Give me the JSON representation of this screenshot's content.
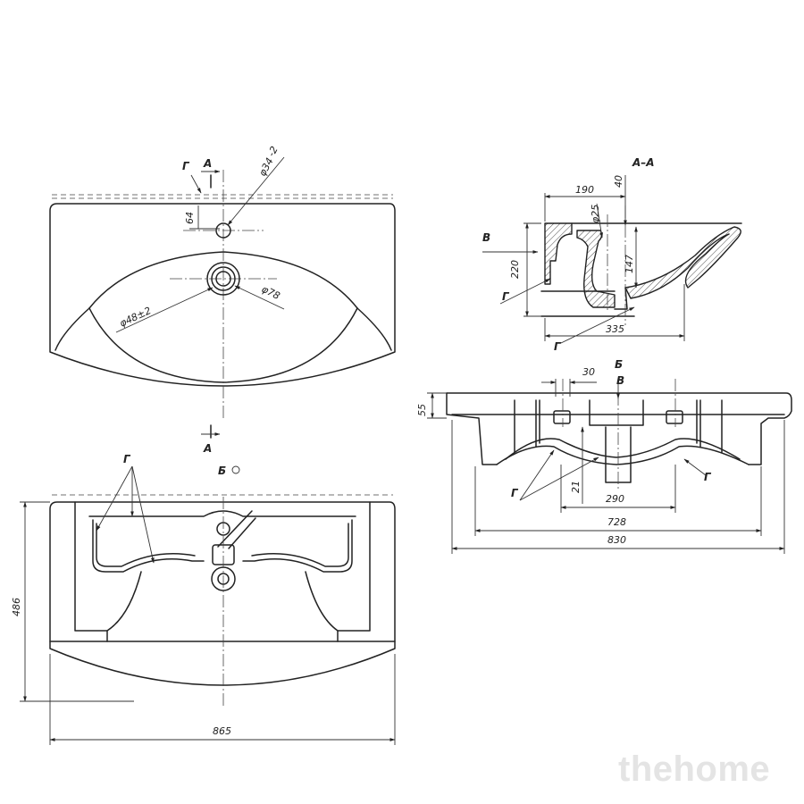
{
  "labels": {
    "cut_g": "Г",
    "cut_a": "А",
    "cut_b": "Б",
    "view_v": "В",
    "section_aa": "А–А"
  },
  "dims": {
    "hole_small": "φ34",
    "hole_small_tol": "-2",
    "d64": "64",
    "d78": "φ78",
    "d48": "φ48±2",
    "w865": "865",
    "h486": "486",
    "d190": "190",
    "d40": "40",
    "d25": "φ25",
    "d220": "220",
    "d147": "147",
    "d335": "335",
    "d30": "30",
    "d55": "55",
    "d21": "21",
    "d290": "290",
    "d728": "728",
    "d830": "830"
  },
  "watermark": "thehome"
}
